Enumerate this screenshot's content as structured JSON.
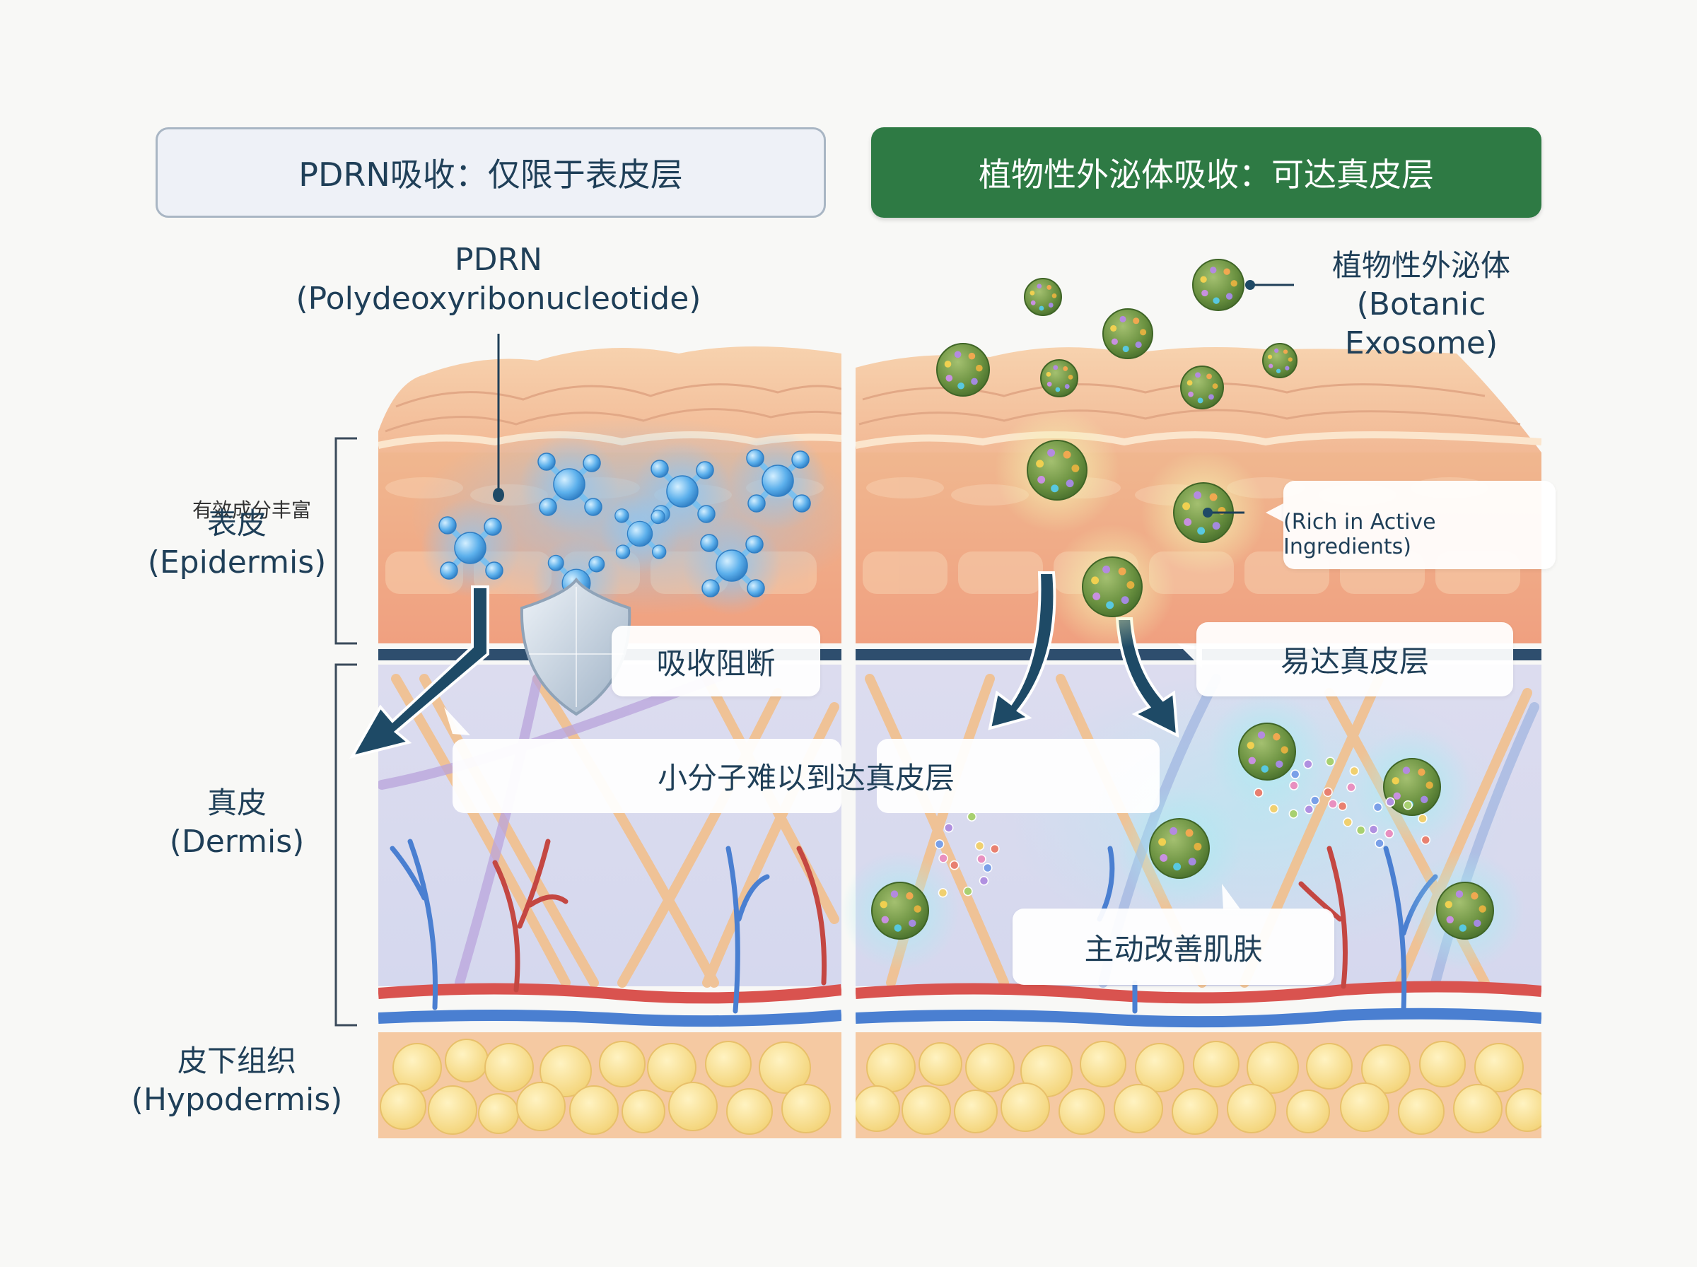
{
  "headers": {
    "left": "PDRN吸收：仅限于表皮层",
    "right": "植物性外泌体吸收：可达真皮层"
  },
  "left_panel": {
    "molecule_label_short": "PDRN",
    "molecule_label_full": "(Polydeoxyribonucleotide)",
    "callouts": {
      "blocked": "吸收阻断",
      "hard_to_reach": "小分子难以到达真皮层"
    },
    "molecule_count": 8
  },
  "right_panel": {
    "exosome_label_zh": "植物性外泌体",
    "exosome_label_en": "(Botanic Exosome)",
    "rich_label_zh": "有效成分丰富",
    "rich_label_en": "(Rich in Active Ingredients)",
    "callouts": {
      "reach_dermis": "易达真皮层",
      "improve_skin": "主动改善肌肤"
    }
  },
  "layers": [
    {
      "zh": "表皮",
      "en": "(Epidermis)"
    },
    {
      "zh": "真皮",
      "en": "(Dermis)"
    },
    {
      "zh": "皮下组织",
      "en": "(Hypodermis)"
    }
  ],
  "colors": {
    "accent_green": "#2e7a44",
    "text_navy": "#1f3f58",
    "arrow_navy": "#1e4a66",
    "exosome_green": "#5f8a3a",
    "molecule_blue": "#4aa6e0",
    "artery_red": "#d9534f",
    "vein_blue": "#4a7fd1",
    "fat_yellow": "#f6dc86"
  }
}
